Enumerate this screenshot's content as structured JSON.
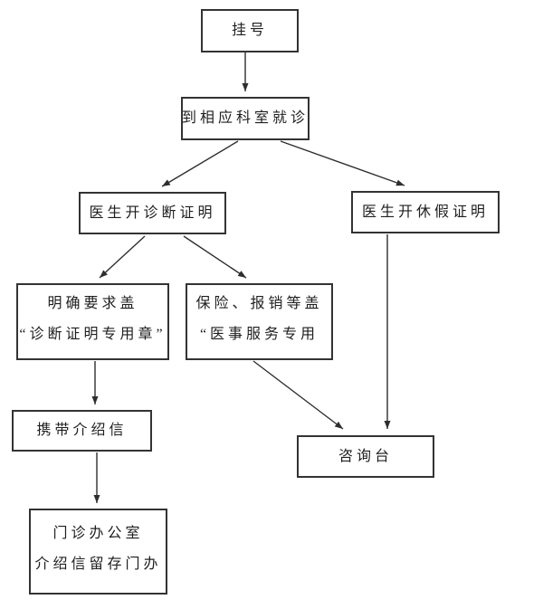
{
  "diagram": {
    "type": "flowchart",
    "background_color": "#ffffff",
    "line_color": "#2e2e2e",
    "box_border_color": "#333333",
    "text_color": "#1f1f1f",
    "nodes": {
      "register": {
        "label": "挂号"
      },
      "visit": {
        "label": "到相应科室就诊"
      },
      "diag_cert": {
        "label": "医生开诊断证明"
      },
      "leave_cert": {
        "label": "医生开休假证明"
      },
      "require_seal": {
        "lines": [
          "明确要求盖",
          "“诊断证明专用章”"
        ]
      },
      "insurance_seal": {
        "lines": [
          "保险、报销等盖",
          "“医事服务专用"
        ]
      },
      "carry_letter": {
        "label": "携带介绍信"
      },
      "outpatient": {
        "lines": [
          "门诊办公室",
          "介绍信留存门办"
        ]
      },
      "info_desk": {
        "label": "咨询台"
      }
    },
    "edges": [
      {
        "from": "register",
        "to": "visit"
      },
      {
        "from": "visit",
        "to": "diag_cert"
      },
      {
        "from": "visit",
        "to": "leave_cert"
      },
      {
        "from": "diag_cert",
        "to": "require_seal"
      },
      {
        "from": "diag_cert",
        "to": "insurance_seal"
      },
      {
        "from": "require_seal",
        "to": "carry_letter"
      },
      {
        "from": "carry_letter",
        "to": "outpatient"
      },
      {
        "from": "insurance_seal",
        "to": "info_desk"
      },
      {
        "from": "leave_cert",
        "to": "info_desk"
      }
    ]
  }
}
